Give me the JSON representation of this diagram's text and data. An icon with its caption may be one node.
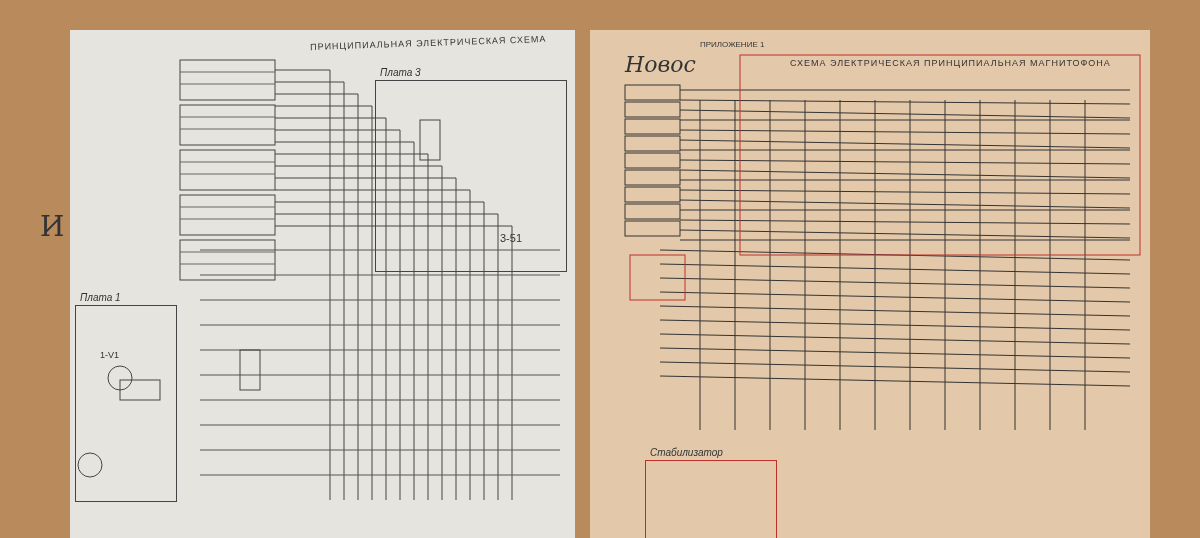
{
  "diagram": {
    "nodes": [
      {
        "text": [
          "Плата 3"
        ]
      },
      {
        "text": [
          "Плата 1"
        ]
      },
      {
        "text": [
          "Стабилизатор"
        ]
      }
    ],
    "labels": [
      "ПРИНЦИПИАЛЬНАЯ ЭЛЕКТРИЧЕСКАЯ СХЕМА",
      "Новос",
      "И",
      "3-51",
      "1-V1",
      "ПРИЛОЖЕНИЕ 1",
      "СХЕМА ЭЛЕКТРИЧЕСКАЯ ПРИНЦИПИАЛЬНАЯ МАГНИТОФОНА"
    ]
  }
}
